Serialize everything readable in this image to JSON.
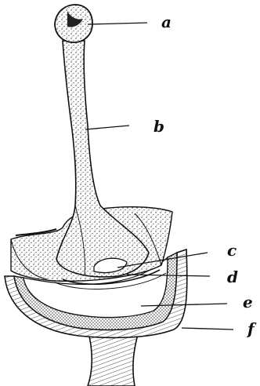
{
  "figure": {
    "labels": [
      {
        "id": "a",
        "text": "a"
      },
      {
        "id": "b",
        "text": "b"
      },
      {
        "id": "c",
        "text": "c"
      },
      {
        "id": "d",
        "text": "d"
      },
      {
        "id": "e",
        "text": "e"
      },
      {
        "id": "f",
        "text": "f"
      }
    ],
    "colors": {
      "ink": "#111111",
      "paper": "#ffffff",
      "stipple": "#333333"
    }
  }
}
